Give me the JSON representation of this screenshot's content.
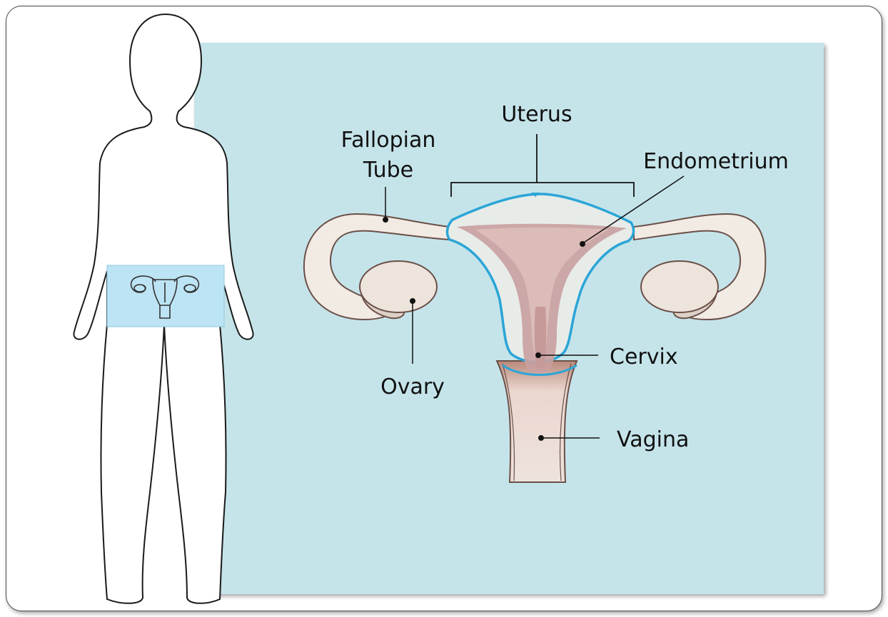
{
  "labels": {
    "uterus": "Uterus",
    "fallopian_line1": "Fallopian",
    "fallopian_line2": "Tube",
    "endometrium": "Endometrium",
    "cervix": "Cervix",
    "ovary": "Ovary",
    "vagina": "Vagina"
  },
  "colors": {
    "panel": "#c5e4ea",
    "pelvis_highlight": "#bde4f4",
    "tissue": "#f1ebe4",
    "endometrium": "#c9a0a0",
    "uterus_outline": "#2ba5d6",
    "stroke": "#6b4f47"
  }
}
